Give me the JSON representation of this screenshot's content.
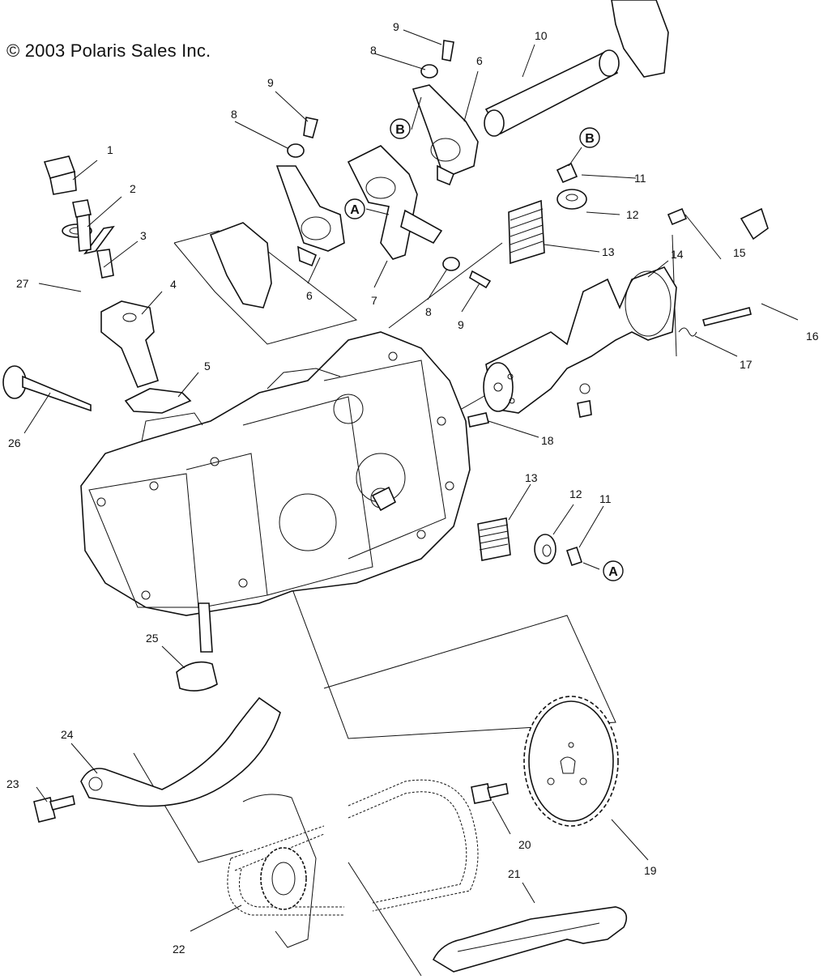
{
  "copyright": "© 2003 Polaris Sales Inc.",
  "callouts": [
    "A",
    "B"
  ],
  "part_labels": [
    "1",
    "2",
    "3",
    "4",
    "5",
    "6",
    "7",
    "8",
    "9",
    "10",
    "11",
    "12",
    "13",
    "14",
    "15",
    "16",
    "17",
    "18",
    "19",
    "20",
    "21",
    "22",
    "23",
    "24",
    "25",
    "26",
    "27"
  ]
}
